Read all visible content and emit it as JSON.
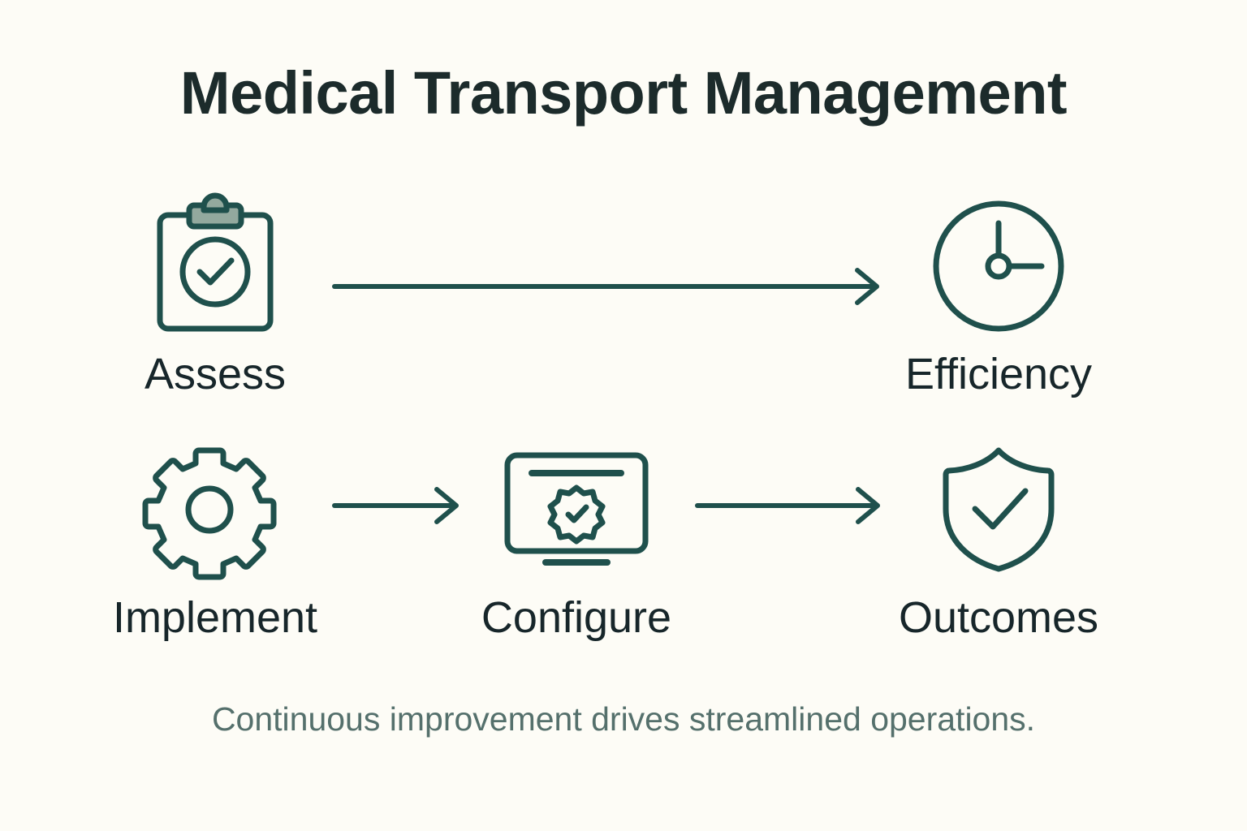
{
  "title": "Medical Transport Management",
  "caption": "Continuous improvement drives streamlined operations.",
  "colors": {
    "background": "#FDFCF6",
    "title_text": "#1C2B2B",
    "label_text": "#17262A",
    "caption_text": "#55706C",
    "icon_stroke": "#1F504C",
    "accent_fill": "#93A99E"
  },
  "nodes": [
    {
      "id": "assess",
      "label": "Assess",
      "icon": "clipboard-check-icon",
      "row": 1,
      "column": 1
    },
    {
      "id": "efficiency",
      "label": "Efficiency",
      "icon": "clock-icon",
      "row": 1,
      "column": 3
    },
    {
      "id": "implement",
      "label": "Implement",
      "icon": "gear-icon",
      "row": 2,
      "column": 1
    },
    {
      "id": "configure",
      "label": "Configure",
      "icon": "monitor-badge-icon",
      "row": 2,
      "column": 2
    },
    {
      "id": "outcomes",
      "label": "Outcomes",
      "icon": "shield-check-icon",
      "row": 2,
      "column": 3
    }
  ],
  "arrows": [
    {
      "id": "assess-to-efficiency",
      "from": "assess",
      "to": "efficiency",
      "length": "long"
    },
    {
      "id": "implement-to-configure",
      "from": "implement",
      "to": "configure",
      "length": "short"
    },
    {
      "id": "configure-to-outcomes",
      "from": "configure",
      "to": "outcomes",
      "length": "short"
    }
  ]
}
